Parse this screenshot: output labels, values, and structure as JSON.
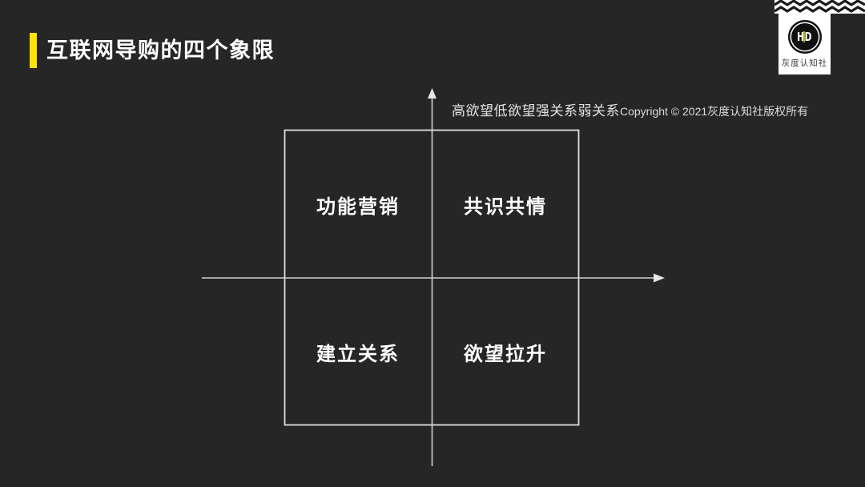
{
  "slide": {
    "title": "互联网导购的四个象限",
    "background_color": "#262626",
    "accent_color": "#ffe10a"
  },
  "watermark": {
    "axis_labels": "高欲望低欲望强关系弱关系",
    "copyright": "Copyright © 2021灰度认知社版权所有"
  },
  "quadrant_chart": {
    "type": "quadrant-diagram",
    "line_color": "#d9d9d9",
    "quadrants": [
      {
        "position": "top-left",
        "label": "功能营销"
      },
      {
        "position": "top-right",
        "label": "共识共情"
      },
      {
        "position": "bottom-left",
        "label": "建立关系"
      },
      {
        "position": "bottom-right",
        "label": "欲望拉升"
      }
    ]
  },
  "logo": {
    "monogram": "HD",
    "name": "灰度认知社"
  }
}
